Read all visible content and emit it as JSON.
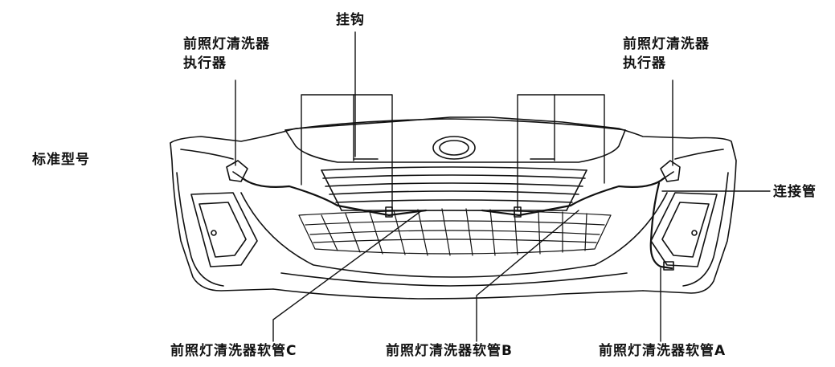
{
  "labels": {
    "hook": "挂钩",
    "actuator_left_line1": "前照灯清洗器",
    "actuator_left_line2": "执行器",
    "actuator_right_line1": "前照灯清洗器",
    "actuator_right_line2": "执行器",
    "model": "标准型号",
    "connector_pipe": "连接管",
    "hose_c": "前照灯清洗器软管C",
    "hose_b": "前照灯清洗器软管B",
    "hose_a": "前照灯清洗器软管A"
  }
}
